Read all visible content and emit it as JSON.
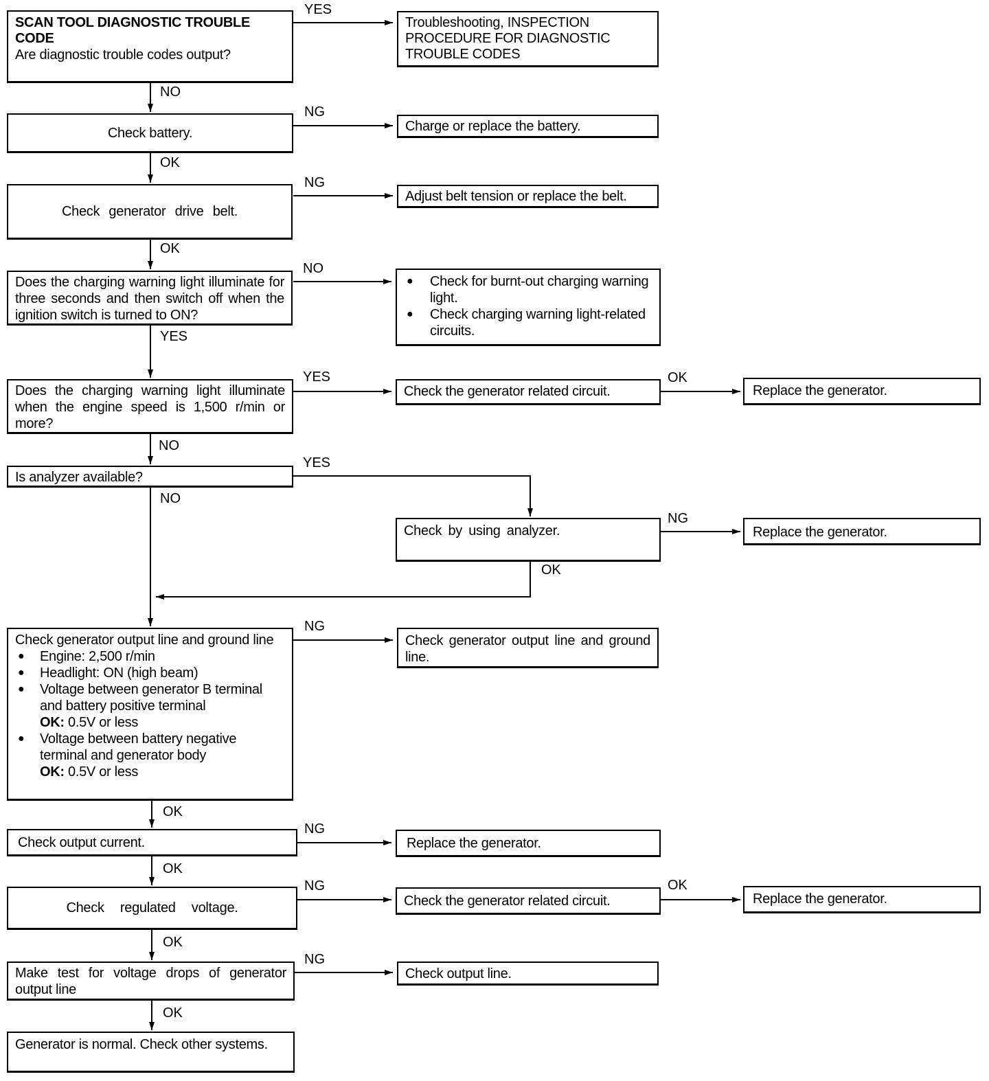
{
  "boxes": {
    "scan_title": "SCAN TOOL DIAGNOSTIC TROUBLE CODE",
    "scan_question": "Are diagnostic trouble codes output?",
    "troubleshooting": "Troubleshooting, INSPECTION PROCEDURE FOR DIAGNOSTIC TROUBLE CODES",
    "check_battery": "Check battery.",
    "charge_battery": "Charge or replace the battery.",
    "check_belt": "Check generator drive belt.",
    "adjust_belt": "Adjust belt tension or replace the belt.",
    "warning_light_q": "Does the charging warning light illuminate for three seconds and then switch off when the ignition switch is turned to ON?",
    "check_burnt_1": "Check for burnt-out charging warning light.",
    "check_burnt_2": "Check charging warning light-related circuits.",
    "engine_speed_q": "Does the charging warning light illuminate when the engine speed is 1,500 r/min or more?",
    "gen_circuit_1": "Check the generator related circuit.",
    "replace_gen_1": "Replace the generator.",
    "analyzer_q": "Is analyzer available?",
    "check_analyzer": "Check by using analyzer.",
    "replace_gen_2": "Replace the generator.",
    "output_line_title": "Check generator output line and ground line",
    "output_b1": "Engine: 2,500 r/min",
    "output_b2": "Headlight: ON (high beam)",
    "output_b3": "Voltage between generator B terminal and battery positive terminal",
    "output_ok_label": "OK:",
    "output_b3_ok": "0.5V or less",
    "output_b4": "Voltage between battery negative terminal and generator body",
    "output_b4_ok": "0.5V or less",
    "check_gnd_line": "Check generator output line and ground line.",
    "output_current": "Check output current.",
    "replace_gen_3": "Replace the generator.",
    "regulated_voltage": "Check regulated voltage.",
    "gen_circuit_2": "Check the generator related circuit.",
    "replace_gen_4": "Replace the generator.",
    "voltage_drop": "Make test for voltage drops of generator output line",
    "check_output_line": "Check output line.",
    "normal": "Generator is normal. Check other systems."
  },
  "labels": {
    "yes_1": "YES",
    "no_1": "NO",
    "ng_1": "NG",
    "ok_1": "OK",
    "ng_2": "NG",
    "ok_2": "OK",
    "no_2": "NO",
    "yes_2": "YES",
    "yes_3": "YES",
    "ok_3": "OK",
    "no_3": "NO",
    "yes_4": "YES",
    "no_4": "NO",
    "ng_3": "NG",
    "ok_4": "OK",
    "ng_4": "NG",
    "ok_5": "OK",
    "ng_5": "NG",
    "ok_6": "OK",
    "ng_6": "NG",
    "ok_7": "OK",
    "ok_8": "OK",
    "ng_7": "NG",
    "ok_9": "OK"
  }
}
